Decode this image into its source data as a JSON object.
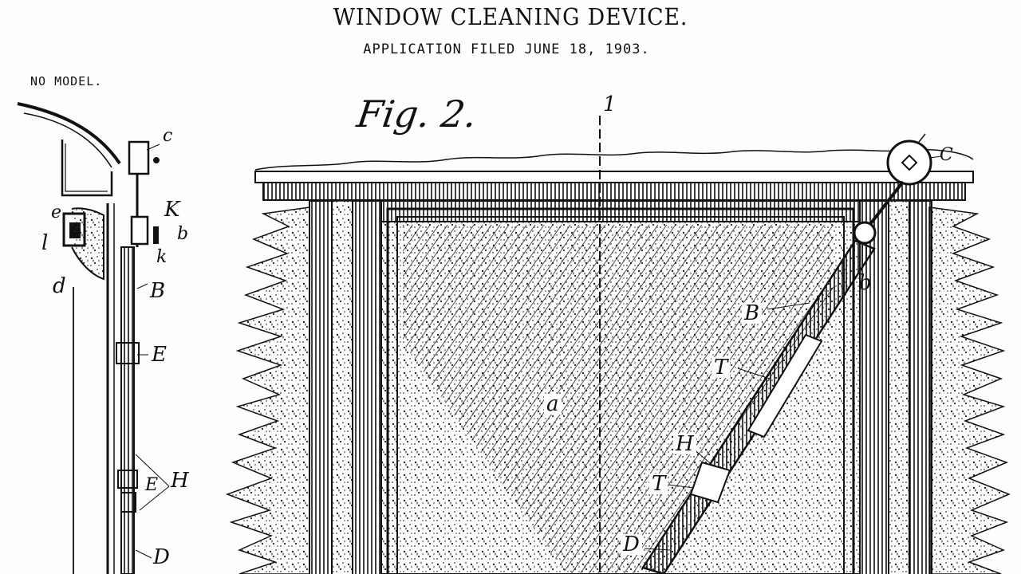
{
  "header": {
    "title": "WINDOW CLEANING DEVICE.",
    "filed": "APPLICATION FILED JUNE 18, 1903.",
    "no_model": "NO MODEL."
  },
  "figure": {
    "fig_label": "Fig. 2.",
    "section_line_label": "1"
  },
  "side_view": {
    "labels": {
      "c": "c",
      "K": "K",
      "e": "e",
      "b": "b",
      "l": "l",
      "k": "k",
      "d": "d",
      "B": "B",
      "E": "E",
      "E2": "E",
      "H": "H",
      "D": "D"
    }
  },
  "front_view": {
    "labels": {
      "C": "C",
      "b": "b",
      "B": "B",
      "T": "T",
      "a": "a",
      "H": "H",
      "T2": "T",
      "D": "D"
    }
  },
  "colors": {
    "ink": "#111111",
    "paper": "#fdfdfb"
  }
}
